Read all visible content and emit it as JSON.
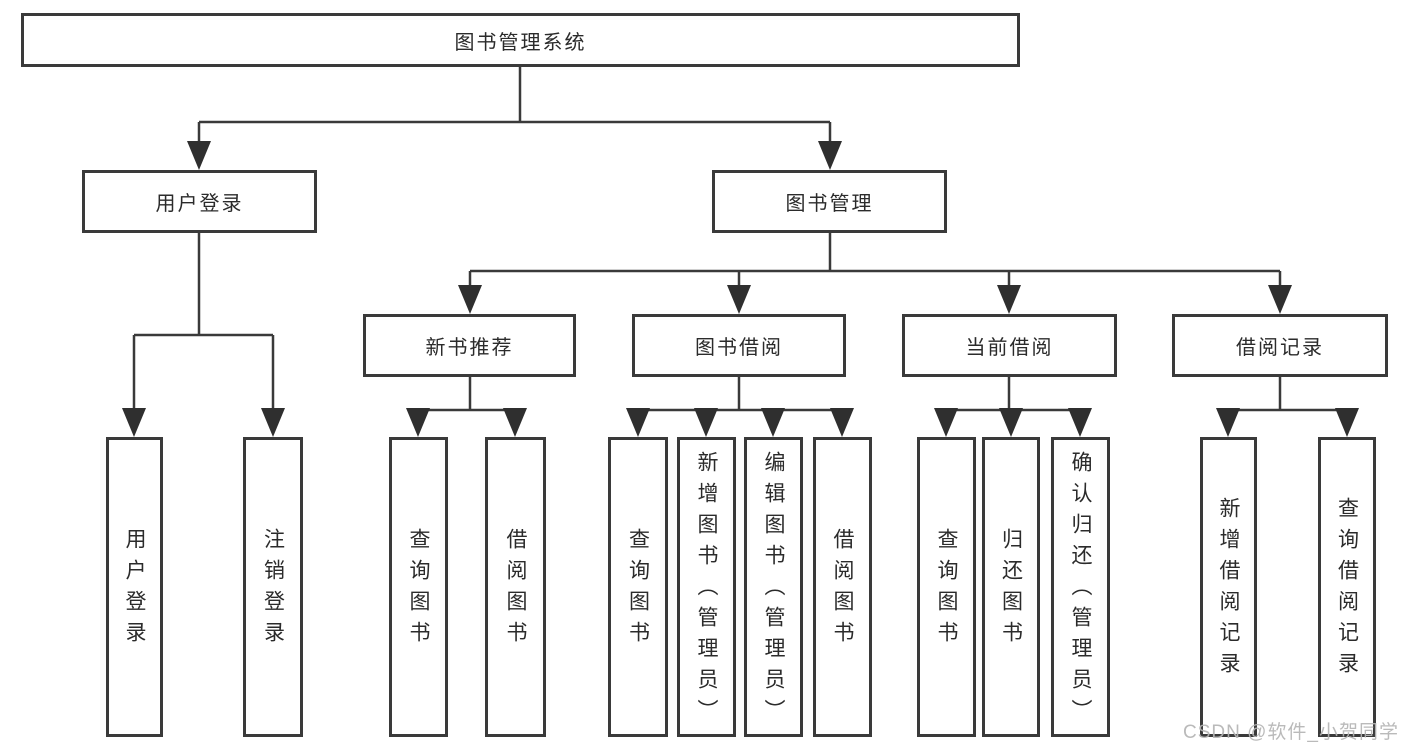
{
  "diagram_title": "图书管理系统",
  "tree": {
    "label": "图书管理系统",
    "children": [
      {
        "label": "用户登录",
        "children": [
          {
            "label": "用户登录"
          },
          {
            "label": "注销登录"
          }
        ]
      },
      {
        "label": "图书管理",
        "children": [
          {
            "label": "新书推荐",
            "children": [
              {
                "label": "查询图书"
              },
              {
                "label": "借阅图书"
              }
            ]
          },
          {
            "label": "图书借阅",
            "children": [
              {
                "label": "查询图书"
              },
              {
                "label": "新增图书（管理员）"
              },
              {
                "label": "编辑图书（管理员）"
              },
              {
                "label": "借阅图书"
              }
            ]
          },
          {
            "label": "当前借阅",
            "children": [
              {
                "label": "查询图书"
              },
              {
                "label": "归还图书"
              },
              {
                "label": "确认归还（管理员）"
              }
            ]
          },
          {
            "label": "借阅记录",
            "children": [
              {
                "label": "新增借阅记录"
              },
              {
                "label": "查询借阅记录"
              }
            ]
          }
        ]
      }
    ]
  },
  "watermark": "CSDN @软件_小贺同学",
  "colors": {
    "line": "#3a3a3a",
    "arrow_fill": "#2f2f2f",
    "box_border": "#3a3a3a",
    "text": "#2b2b2b",
    "watermark": "#b5b5b5",
    "background": "#ffffff"
  }
}
